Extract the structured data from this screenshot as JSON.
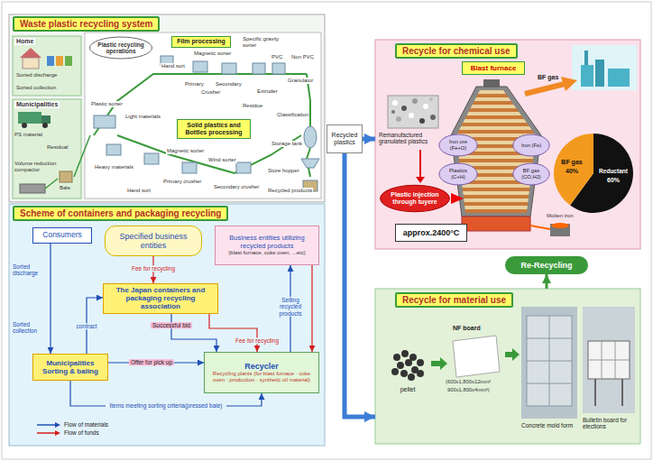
{
  "diagram": {
    "nodes": [
      {
        "text": [
          "Waste plastic recycling system"
        ]
      },
      {
        "text": [
          "Home"
        ],
        "in": 0
      },
      {
        "text": [
          "Municipalities"
        ],
        "in": 0
      },
      {
        "text": [
          "Plastic recycling operations"
        ],
        "in": 0
      },
      {
        "text": [
          "Film processing"
        ],
        "in": 0
      },
      {
        "text": [
          "Solid plastics and Bottles processing"
        ],
        "in": 0
      },
      {
        "text": [
          "Scheme of containers and packaging recycling"
        ]
      },
      {
        "text": [
          "Consumers"
        ],
        "in": 6
      },
      {
        "text": [
          "Specified business entities"
        ],
        "in": 6
      },
      {
        "text": [
          "Business entities utilizing recycled products",
          "(blast furnace, coke oven, ...etc)"
        ],
        "in": 6
      },
      {
        "text": [
          "The Japan containers and packaging recycling association"
        ],
        "in": 6
      },
      {
        "text": [
          "Municipalities Sorting & baling"
        ],
        "in": 6
      },
      {
        "text": [
          "Recycler",
          "Recycling plants (for blast furnace · coke oven · production · synthetic oil material)"
        ],
        "in": 6
      },
      {
        "text": [
          "Recycled plastics"
        ]
      },
      {
        "text": [
          "Recycle for chemical use"
        ]
      },
      {
        "text": [
          "Blast furnace"
        ],
        "in": 14
      },
      {
        "text": [
          "Plastic injection through tuyere"
        ],
        "in": 14
      },
      {
        "text": [
          "approx.2400°C"
        ],
        "in": 14
      },
      {
        "text": [
          "Iron ore (Fe+O)"
        ],
        "in": 14
      },
      {
        "text": [
          "Plastics (C+H)"
        ],
        "in": 14
      },
      {
        "text": [
          "Iron (Fe)"
        ],
        "in": 14
      },
      {
        "text": [
          "BF gas (CO,H2)"
        ],
        "in": 14
      },
      {
        "text": [
          "Recycle for material use"
        ]
      },
      {
        "text": [
          "Re-Recycling"
        ]
      }
    ],
    "edges": [
      {
        "from": 7,
        "to": 11,
        "arrow": "to"
      },
      {
        "from": 8,
        "to": 10,
        "label": "Fee for recycling",
        "arrow": "to"
      },
      {
        "from": 11,
        "to": 10,
        "label": "contract",
        "arrow": "to"
      },
      {
        "from": 10,
        "to": 12,
        "label": "Successful bid",
        "arrow": "to"
      },
      {
        "from": 11,
        "to": 12,
        "label": "Offer for pick up",
        "arrow": "to"
      },
      {
        "from": 10,
        "to": 12,
        "label": "Fee for recycling",
        "arrow": "to"
      },
      {
        "from": 11,
        "to": 12,
        "label": "Items meeting sorting criteria(pressed bale)",
        "arrow": "to"
      },
      {
        "from": 12,
        "to": 9,
        "label": "Selling recycled products",
        "arrow": "to"
      },
      {
        "from": 9,
        "to": 12,
        "arrow": "to"
      },
      {
        "from": 13,
        "to": 14,
        "arrow": "to"
      },
      {
        "from": 13,
        "to": 22,
        "arrow": "to"
      },
      {
        "from": 22,
        "to": 23,
        "arrow": "to"
      }
    ],
    "labels": [
      "Sorted discharge",
      "Sorted collection",
      "PS material",
      "Residual",
      "Volume reduction compactor",
      "Bale",
      "Hand sort",
      "Magnetic sorter",
      "Specific gravity sorter",
      "Primary",
      "Secondary",
      "Crusher",
      "PVC",
      "Non PVC",
      "Extruder",
      "Granulator",
      "Residue",
      "Classification",
      "Storage tank",
      "Store hopper",
      "Recycled products",
      "Plastic sorter",
      "Light materials",
      "Heavy materials",
      "Hand sort",
      "Magnetic sorter",
      "Primary crusher",
      "Wind sorter",
      "Secondary crusher",
      "Sorted discharge",
      "Sorted collection",
      "BF gas",
      "Remanufactured granulated plastics",
      "Molten iron",
      "BF gas",
      "40%",
      "Reductant",
      "60%",
      "pellet",
      "NF board",
      "(600x1,800x12mm³",
      "900x1,800x4mm³)",
      "Concrete mold form",
      "Bulletin board for elections"
    ],
    "legend": [
      {
        "text": "Flow of materials"
      },
      {
        "text": "Flow of funds"
      }
    ]
  }
}
